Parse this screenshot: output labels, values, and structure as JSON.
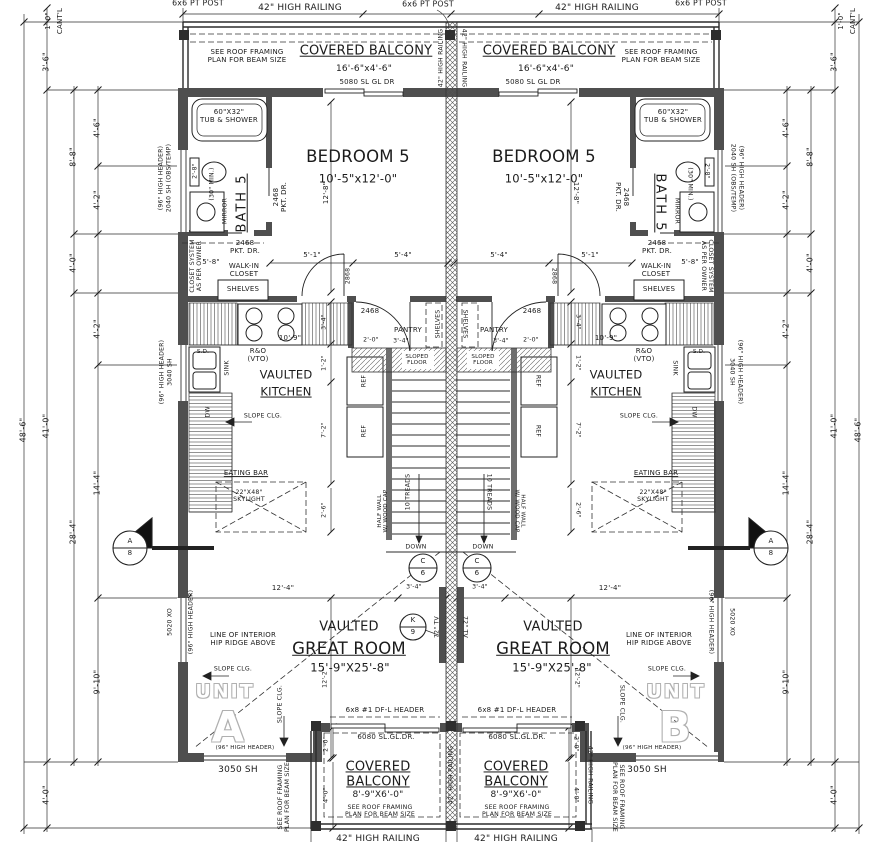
{
  "plan_labels": {
    "railing42": "42\" HIGH RAILING",
    "post66": "6x6 PT POST",
    "covered_balcony": "COVERED BALCONY",
    "balc_top_size": "16'-6\"x4'-6\"",
    "balc_bot_size": "8'-9\"X6'-0\"",
    "door5080": "5080 SL GL DR",
    "door6080": "6080 SL.GL.DR.",
    "header_dfl": "6x8 #1 DF-L HEADER",
    "roof_note": "SEE ROOF FRAMING\nPLAN FOR BEAM SIZE",
    "tub": "60\"X32\"\nTUB & SHOWER",
    "bath5": "BATH 5",
    "mirror": "MIRROR",
    "min30": "(30\" MIN.)",
    "sh2040": "2040 SH (OBS/TEMP)",
    "hdr96": "(96\" HIGH HEADER)",
    "bedroom5": "BEDROOM 5",
    "bedroom5_size": "10'-5\"x12'-0\"",
    "pkt2468": "2468\nPKT. DR.",
    "walkin": "WALK-IN\nCLOSET",
    "shelves": "SHELVES",
    "closet_sys": "CLOSET SYSTEM\nAS PER OWNER",
    "pantry": "PANTRY",
    "sloped_floor": "SLOPED\nFLOOR",
    "d2468": "2468",
    "d2868": "2868",
    "rvo": "R&O\n(VTO)",
    "vaulted": "VAULTED",
    "kitchen": "KITCHEN",
    "sink": "SINK",
    "sd": "S.D.",
    "dw": "DW",
    "ref": "REF",
    "slope_clg": "SLOPE CLG.",
    "eating_bar": "EATING BAR",
    "skylight": "22\"X48\"\nSKYLIGHT",
    "half_wall": "HALF WALL\nW/ WOOD CAP",
    "treads10": "10 TREADS",
    "down": "DOWN",
    "tv72": "72\" TV",
    "great_room": "GREAT ROOM",
    "great_size": "15'-9\"X25'-8\"",
    "hip_line": "LINE OF INTERIOR\nHIP RIDGE ABOVE",
    "unit_word": "UNIT",
    "unit_a": "A",
    "unit_b": "B",
    "sh3040": "3040 SH",
    "sh3050": "3050 SH",
    "xo5020": "5020 XO",
    "cantl": "CANT'L"
  },
  "markers": {
    "c": "C",
    "c_num": "6",
    "k": "K",
    "k_num": "9",
    "sec": "A",
    "sec_num": "8"
  },
  "dims": {
    "d1_0": "1'-0\"",
    "d3_6": "3'-6\"",
    "d4_6": "4'-6\"",
    "d8_8": "8'-8\"",
    "d4_2": "4'-2\"",
    "d4_0": "4'-0\"",
    "d14_4": "14'-4\"",
    "d28_4": "28'-4\"",
    "d41_0": "41'-0\"",
    "d48_6": "48'-6\"",
    "d9_10": "9'-10\"",
    "d5_1": "5'-1\"",
    "d5_4": "5'-4\"",
    "d5_8": "5'-8\"",
    "d12_8": "12'-8\"",
    "d3_4": "3'-4\"",
    "d2_0": "2'-0\"",
    "d1_2": "1'-2\"",
    "d7_2": "7'-2\"",
    "d10_9": "10'-9\"",
    "d2_6": "2'-6\"",
    "d2_8": "2'-8\"",
    "d12_2": "12'-2\"",
    "d12_4": "12'-4\""
  }
}
